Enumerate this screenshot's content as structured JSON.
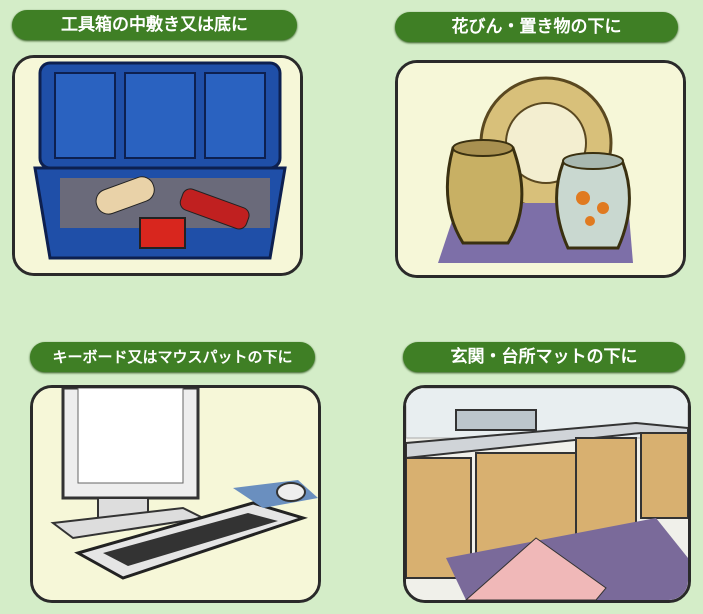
{
  "panels": [
    {
      "label": "工具箱の中敷き又は底に",
      "icon": "toolbox"
    },
    {
      "label": "花びん・置き物の下に",
      "icon": "vases"
    },
    {
      "label": "キーボード又はマウスパットの下に",
      "icon": "keyboard"
    },
    {
      "label": "玄関・台所マットの下に",
      "icon": "kitchen-mat"
    }
  ]
}
